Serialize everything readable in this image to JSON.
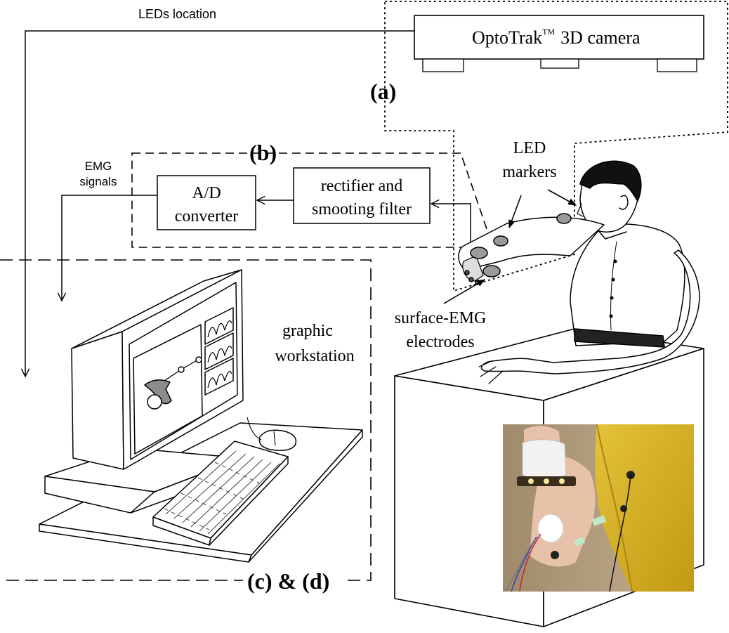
{
  "camera": {
    "label": "OptoTrak",
    "trademark": "TM",
    "suffix": "3D camera"
  },
  "signals": {
    "leds_location": "LEDs location",
    "emg_line1": "EMG",
    "emg_line2": "signals"
  },
  "panels": {
    "a": "(a)",
    "b": "(b)",
    "cd": "(c) & (d)"
  },
  "blocks": {
    "ad_line1": "A/D",
    "ad_line2": "converter",
    "filter_line1": "rectifier and",
    "filter_line2": "smooting filter"
  },
  "annotations": {
    "led_line1": "LED",
    "led_line2": "markers",
    "emg_elec_line1": "surface-EMG",
    "emg_elec_line2": "electrodes",
    "workstation_line1": "graphic",
    "workstation_line2": "workstation"
  },
  "colors": {
    "ink": "#000000",
    "marker_gray": "#9a9a9a",
    "shirt": "#d7b624",
    "skin": "#e8c2a8"
  }
}
